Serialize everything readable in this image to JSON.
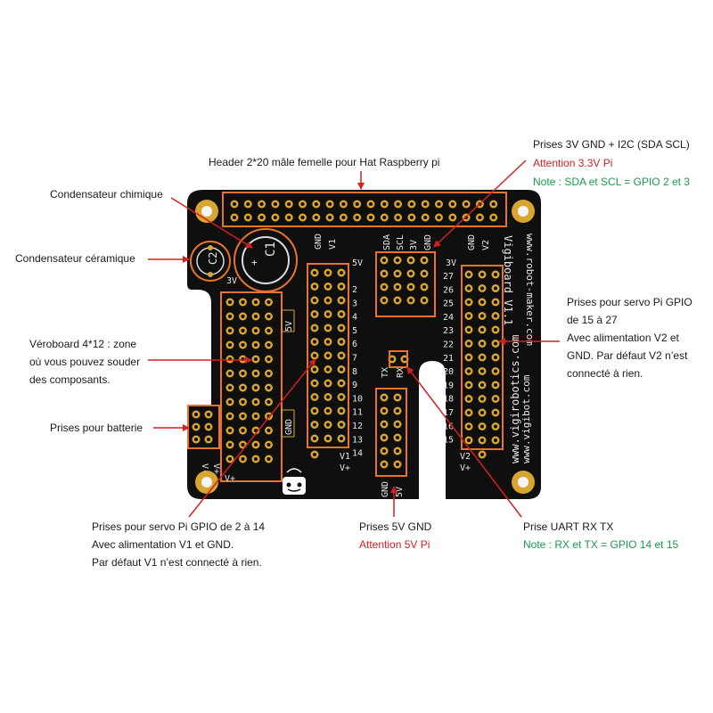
{
  "board": {
    "name": "Vigiboard V1.1",
    "url1": "www.vigirobotics.com",
    "url2": "www.vigibot.com",
    "url3": "www.robot-maker.com",
    "silk": {
      "gnd_top": "GND",
      "v1_top": "V1",
      "sda": "SDA",
      "scl": "SCL",
      "v3": "3V",
      "gnd2": "GND",
      "gnd_right": "GND",
      "v2_top": "V2",
      "v3_left": "3V",
      "v5_vero": "5V",
      "gnd_vero": "GND",
      "v5_mid": "5V",
      "tx": "TX",
      "rx": "RX",
      "gnd_bottom": "GND",
      "v5_bottom": "5V",
      "v1_bottom": "V1",
      "vplus_left": "V+",
      "v2_bottom": "V2",
      "vplus_right": "V+",
      "vminus_bat": "V-",
      "vplus_bat": "V+",
      "vplus_bat2": "V+",
      "c1": "C1",
      "c2": "C2"
    },
    "left_numbers": [
      "2",
      "3",
      "4",
      "5",
      "6",
      "7",
      "8",
      "9",
      "10",
      "11",
      "12",
      "13",
      "14"
    ],
    "right_numbers": [
      "27",
      "26",
      "25",
      "24",
      "23",
      "22",
      "21",
      "20",
      "19",
      "18",
      "17",
      "16",
      "15"
    ],
    "right_top": "3V"
  },
  "labels": {
    "header": "Header 2*20 mâle femelle pour Hat Raspberry pi",
    "condo_chimique": "Condensateur chimique",
    "condo_ceramique": "Condensateur céramique",
    "veroboard": [
      "Véroboard 4*12 : zone",
      "où vous pouvez souder",
      "des composants."
    ],
    "batterie": "Prises pour batterie",
    "i2c": {
      "title": "Prises 3V GND + I2C (SDA SCL)",
      "warn": "Attention 3.3V  Pi",
      "note": "Note : SDA et SCL = GPIO 2 et 3"
    },
    "servo_right": [
      "Prises pour servo Pi GPIO",
      "de 15 à 27",
      "Avec alimentation V2 et",
      "GND.  Par défaut V2 n’est",
      "connecté à rien."
    ],
    "servo_left": [
      "Prises pour servo Pi GPIO de 2 à 14",
      "Avec alimentation V1 et GND.",
      "Par défaut V1 n’est connecté à rien."
    ],
    "prise5v": {
      "title": "Prises 5V GND",
      "warn": "Attention 5V Pi"
    },
    "uart": {
      "title": "Prise UART RX TX",
      "note": "Note : RX et TX = GPIO 14 et 15"
    }
  },
  "colors": {
    "pcb": "#0f0f0f",
    "pad": "#d9a531",
    "highlight": "#e8742a",
    "arrow": "#d42020",
    "note": "#1a9a4a"
  }
}
